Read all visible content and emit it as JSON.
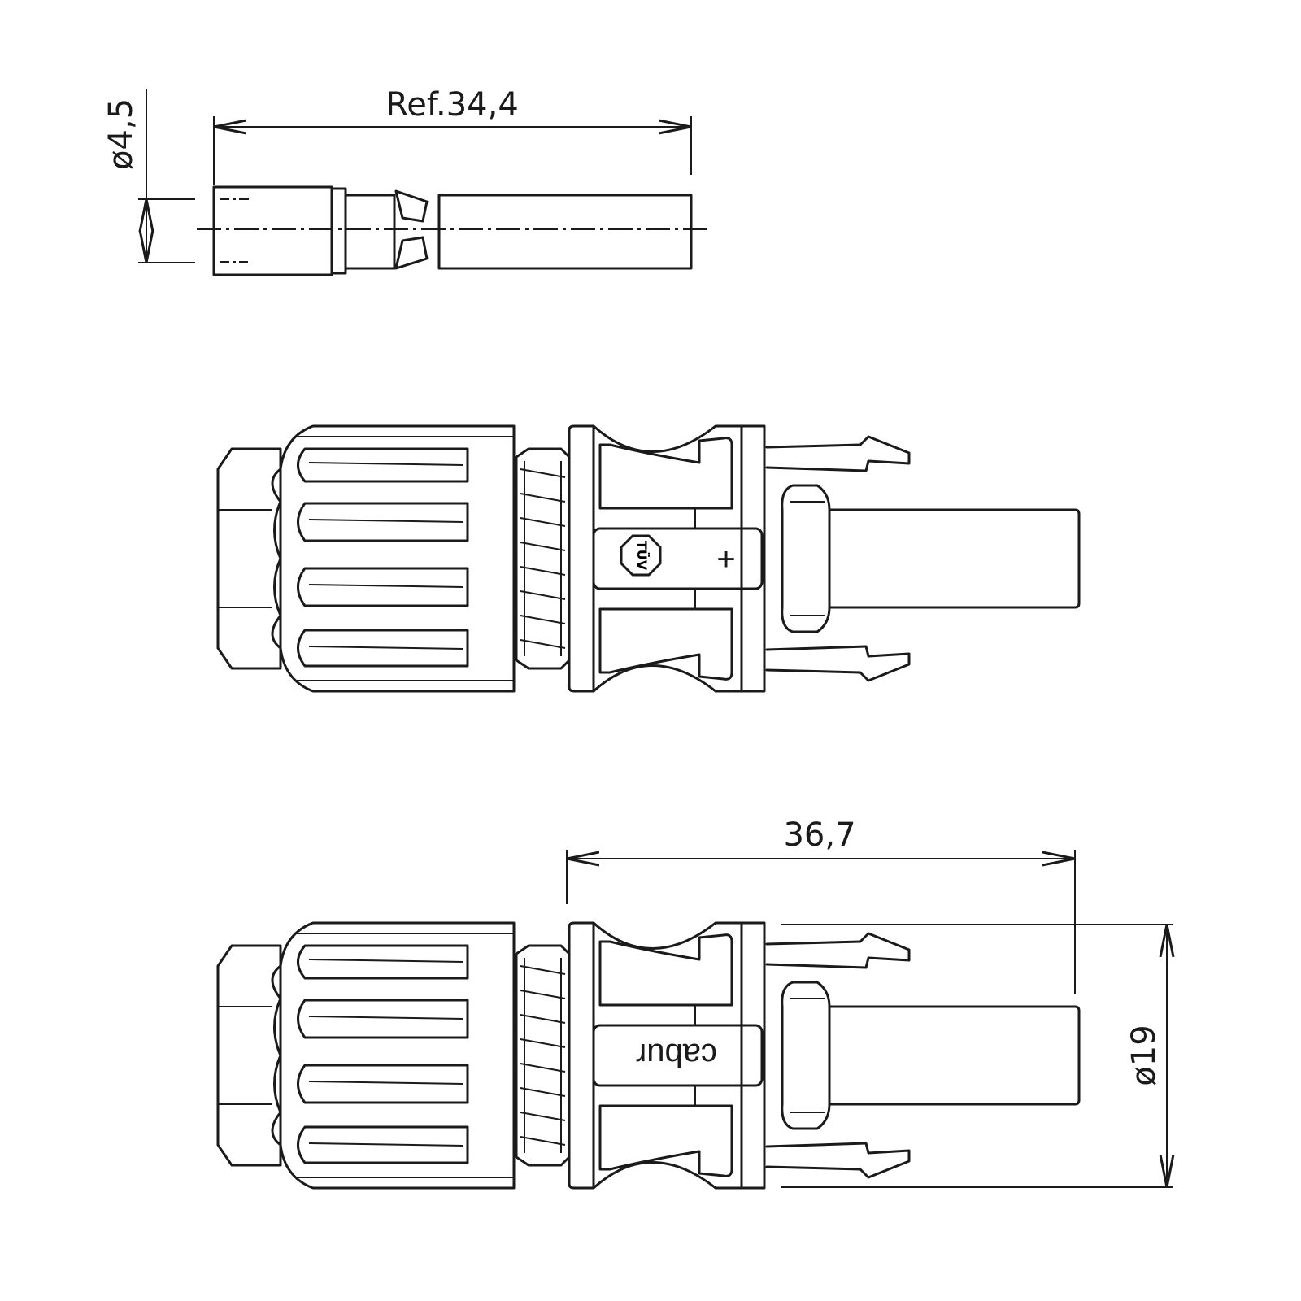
{
  "drawing": {
    "contact_pin": {
      "length_dim": "Ref.34,4",
      "diameter_dim": "ø4,5"
    },
    "connector_top": {
      "polarity_mark": "+"
    },
    "connector_bottom": {
      "brand_text": "cabur",
      "length_dim": "36,7",
      "diameter_dim": "ø19"
    },
    "colors": {
      "line": "#1a1a1a",
      "background": "#ffffff"
    }
  }
}
